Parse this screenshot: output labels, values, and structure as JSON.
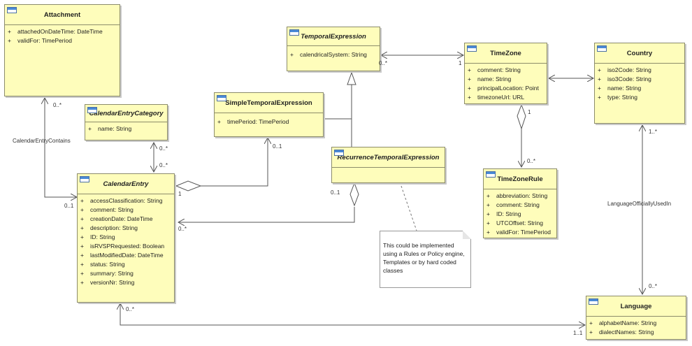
{
  "classes": {
    "attachment": {
      "name": "Attachment",
      "attrs": [
        {
          "vis": "+",
          "text": "attachedOnDateTime: DateTime"
        },
        {
          "vis": "+",
          "text": "validFor: TimePeriod"
        }
      ]
    },
    "calendarEntryCategory": {
      "name": "CalendarEntryCategory",
      "attrs": [
        {
          "vis": "+",
          "text": "name: String"
        }
      ]
    },
    "calendarEntry": {
      "name": "CalendarEntry",
      "attrs": [
        {
          "vis": "+",
          "text": "accessClassification: String"
        },
        {
          "vis": "+",
          "text": "comment: String"
        },
        {
          "vis": "+",
          "text": "creationDate: DateTime"
        },
        {
          "vis": "+",
          "text": "description: String"
        },
        {
          "vis": "+",
          "text": "ID: String"
        },
        {
          "vis": "+",
          "text": "isRVSPRequested: Boolean"
        },
        {
          "vis": "+",
          "text": "lastModifiedDate: DateTime"
        },
        {
          "vis": "+",
          "text": "status: String"
        },
        {
          "vis": "+",
          "text": "summary: String"
        },
        {
          "vis": "+",
          "text": "versionNr: String"
        }
      ]
    },
    "temporalExpression": {
      "name": "TemporalExpression",
      "attrs": [
        {
          "vis": "+",
          "text": "calendricalSystem: String"
        }
      ]
    },
    "simpleTemporalExpression": {
      "name": "SimpleTemporalExpression",
      "attrs": [
        {
          "vis": "+",
          "text": "timePeriod: TimePeriod"
        }
      ]
    },
    "recurrenceTemporalExpression": {
      "name": "RecurrenceTemporalExpression",
      "attrs": []
    },
    "timeZone": {
      "name": "TimeZone",
      "attrs": [
        {
          "vis": "+",
          "text": "comment: String"
        },
        {
          "vis": "+",
          "text": "name: String"
        },
        {
          "vis": "+",
          "text": "principalLocation: Point"
        },
        {
          "vis": "+",
          "text": "timezoneUrl: URL"
        }
      ]
    },
    "timeZoneRule": {
      "name": "TimeZoneRule",
      "attrs": [
        {
          "vis": "+",
          "text": "abbreviation: String"
        },
        {
          "vis": "+",
          "text": "comment: String"
        },
        {
          "vis": "+",
          "text": "ID: String"
        },
        {
          "vis": "+",
          "text": "UTCOffset: String"
        },
        {
          "vis": "+",
          "text": "validFor: TimePeriod"
        }
      ]
    },
    "country": {
      "name": "Country",
      "attrs": [
        {
          "vis": "+",
          "text": "iso2Code: String"
        },
        {
          "vis": "+",
          "text": "iso3Code: String"
        },
        {
          "vis": "+",
          "text": "name: String"
        },
        {
          "vis": "+",
          "text": "type: String"
        }
      ]
    },
    "language": {
      "name": "Language",
      "attrs": [
        {
          "vis": "+",
          "text": "alphabetName: String"
        },
        {
          "vis": "+",
          "text": "dialectNames: String"
        }
      ]
    }
  },
  "note": {
    "text": "This could be implemented using a Rules or Policy engine, Templates or by hard coded classes"
  },
  "labels": {
    "calendarEntryContains": "CalendarEntryContains",
    "languageOfficiallyUsedIn": "LanguageOfficiallyUsedIn",
    "m_attach_0n": "0..*",
    "m_attach_01": "0..1",
    "m_cat_top": "0..*",
    "m_cat_bottom": "0..*",
    "m_simple_01": "0..1",
    "m_simple_1": "1",
    "m_rec_01": "0..1",
    "m_rec_0n": "0..*",
    "m_te_0n": "0..*",
    "m_te_1": "1",
    "m_tz_1": "1",
    "m_tzr_0n": "0..*",
    "m_country_1n": "1..*",
    "m_lang_0n": "0..*",
    "m_ce_0n": "0..*",
    "m_lang_11": "1..1"
  },
  "colors": {
    "classFill": "#fefdbb",
    "border": "#8c8c6a",
    "line": "#555555",
    "icon": "#4a8ad6"
  }
}
